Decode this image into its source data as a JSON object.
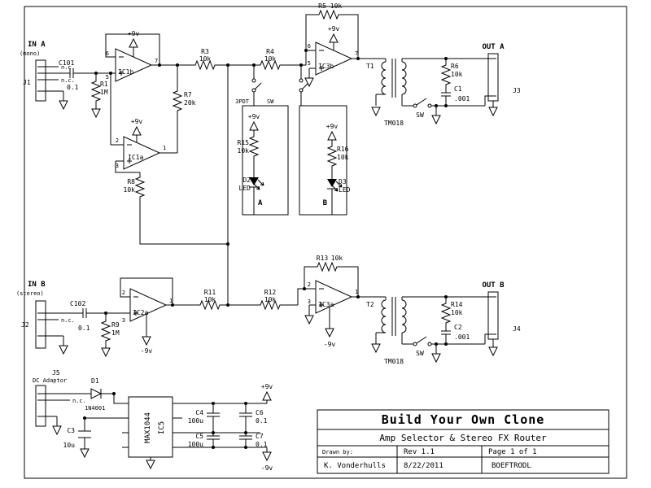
{
  "schematic": {
    "in_a": "IN A",
    "in_a_mode": "(mono)",
    "in_b": "IN B",
    "in_b_mode": "(stereo)",
    "out_a": "OUT A",
    "out_b": "OUT B",
    "nc": "n.c.",
    "p9v": "+9v",
    "m9v": "-9v",
    "sw": "SW",
    "sw_3pdt": "3PDT",
    "led_a": "A",
    "led_b": "B",
    "dc_adaptor": "DC Adaptor"
  },
  "components": {
    "j1": "J1",
    "j2": "J2",
    "j3": "J3",
    "j4": "J4",
    "j5": "J5",
    "c101": {
      "ref": "C101",
      "val": "0.1"
    },
    "c102": {
      "ref": "C102",
      "val": "0.1"
    },
    "c1": {
      "ref": "C1",
      "val": ".001"
    },
    "c2": {
      "ref": "C2",
      "val": ".001"
    },
    "c3": {
      "ref": "C3",
      "val": "10u"
    },
    "c4": {
      "ref": "C4",
      "val": "100u"
    },
    "c5": {
      "ref": "C5",
      "val": "100u"
    },
    "c6": {
      "ref": "C6",
      "val": "0.1"
    },
    "c7": {
      "ref": "C7",
      "val": "0.1"
    },
    "r1": {
      "ref": "R1",
      "val": "1M"
    },
    "r3": {
      "ref": "R3",
      "val": "10k"
    },
    "r4": {
      "ref": "R4",
      "val": "10k"
    },
    "r5": {
      "ref": "R5",
      "val": "10k"
    },
    "r6": {
      "ref": "R6",
      "val": "10k"
    },
    "r7": {
      "ref": "R7",
      "val": "20k"
    },
    "r8": {
      "ref": "R8",
      "val": "10k"
    },
    "r9": {
      "ref": "R9",
      "val": "1M"
    },
    "r11": {
      "ref": "R11",
      "val": "10k"
    },
    "r12": {
      "ref": "R12",
      "val": "10k"
    },
    "r13": {
      "ref": "R13",
      "val": "10k"
    },
    "r14": {
      "ref": "R14",
      "val": "10k"
    },
    "r15": {
      "ref": "R15",
      "val": "10k"
    },
    "r16": {
      "ref": "R16",
      "val": "10k"
    },
    "d1": {
      "ref": "D1",
      "val": "1N4001"
    },
    "d2": {
      "ref": "D2",
      "val": "LED"
    },
    "d3": {
      "ref": "D3",
      "val": "LED"
    },
    "ic1a": "IC1a",
    "ic1b": "IC1b",
    "ic2a": "IC2a",
    "ic3a": "IC3a",
    "ic3b": "IC3b",
    "ic5": {
      "ref": "IC5",
      "part": "MAX1044"
    },
    "t1": {
      "ref": "T1",
      "part": "TM018"
    },
    "t2": {
      "ref": "T2",
      "part": "TM018"
    }
  },
  "pins": {
    "ic1b": [
      "6",
      "5",
      "7"
    ],
    "ic1a": [
      "2",
      "3",
      "1"
    ],
    "ic2a": [
      "2",
      "3",
      "1"
    ],
    "ic3b": [
      "6",
      "5",
      "7"
    ],
    "ic3a": [
      "2",
      "3",
      "1"
    ]
  },
  "title_block": {
    "brand": "Build Your Own Clone",
    "subtitle": "Amp Selector & Stereo FX Router",
    "drawn_by_label": "Drawn by:",
    "drawn_by": "K. Vonderhulls",
    "rev": "Rev 1.1",
    "date": "8/22/2011",
    "page": "Page 1 of 1",
    "doc_code": "BOEFTRODL"
  }
}
